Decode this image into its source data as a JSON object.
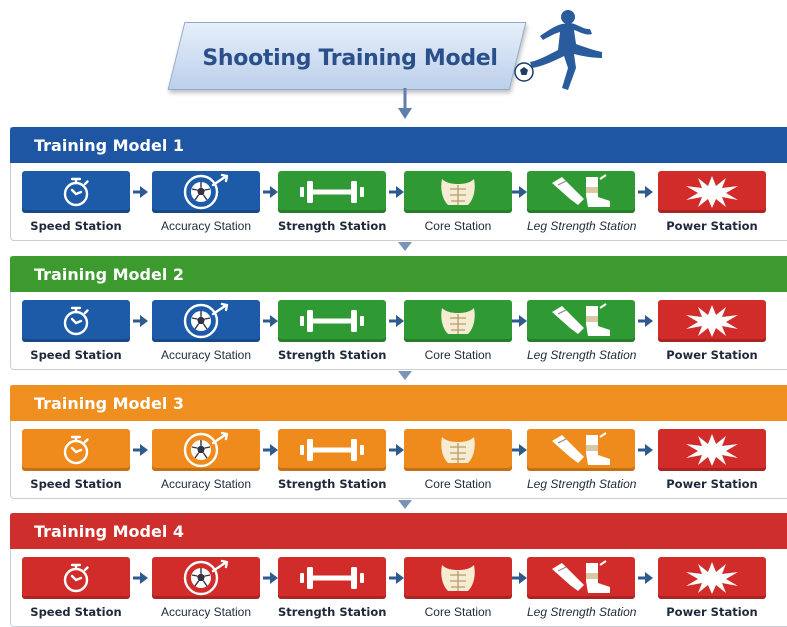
{
  "title": "Shooting Training Model",
  "colors": {
    "blue": "#1d5aa8",
    "blue_header": "#1f56a3",
    "green": "#2f9a34",
    "green_header": "#3d9a2e",
    "orange": "#ef8a1c",
    "orange_header": "#ee8f1f",
    "red": "#d12c2a",
    "red_header": "#cf2f2c",
    "arrow": "#2e5a8e"
  },
  "models": [
    {
      "title": "Training Model 1",
      "stations": [
        {
          "label": "Speed Station",
          "icon": "stopwatch-icon",
          "color": "blue"
        },
        {
          "label": "Accuracy Station",
          "icon": "target-ball-icon",
          "color": "blue"
        },
        {
          "label": "Strength Station",
          "icon": "dumbbell-icon",
          "color": "green"
        },
        {
          "label": "Core Station",
          "icon": "abs-icon",
          "color": "green"
        },
        {
          "label": "Leg Strength Station",
          "icon": "legs-icon",
          "color": "green"
        },
        {
          "label": "Power Station",
          "icon": "burst-icon",
          "color": "red"
        }
      ]
    },
    {
      "title": "Training Model 2",
      "stations": [
        {
          "label": "Speed Station",
          "icon": "stopwatch-icon",
          "color": "blue"
        },
        {
          "label": "Accuracy Station",
          "icon": "target-ball-icon",
          "color": "blue"
        },
        {
          "label": "Strength Station",
          "icon": "dumbbell-icon",
          "color": "green"
        },
        {
          "label": "Core Station",
          "icon": "abs-icon",
          "color": "green"
        },
        {
          "label": "Leg Strength Station",
          "icon": "legs-icon",
          "color": "green"
        },
        {
          "label": "Power Station",
          "icon": "burst-icon",
          "color": "red"
        }
      ]
    },
    {
      "title": "Training Model 3",
      "stations": [
        {
          "label": "Speed Station",
          "icon": "stopwatch-icon",
          "color": "orange"
        },
        {
          "label": "Accuracy Station",
          "icon": "target-ball-icon",
          "color": "orange"
        },
        {
          "label": "Strength Station",
          "icon": "dumbbell-icon",
          "color": "orange"
        },
        {
          "label": "Core Station",
          "icon": "abs-icon",
          "color": "orange"
        },
        {
          "label": "Leg Strength Station",
          "icon": "legs-icon",
          "color": "orange"
        },
        {
          "label": "Power Station",
          "icon": "burst-icon",
          "color": "red"
        }
      ]
    },
    {
      "title": "Training Model 4",
      "stations": [
        {
          "label": "Speed Station",
          "icon": "stopwatch-icon",
          "color": "red"
        },
        {
          "label": "Accuracy Station",
          "icon": "target-ball-icon",
          "color": "red"
        },
        {
          "label": "Strength Station",
          "icon": "dumbbell-icon",
          "color": "red"
        },
        {
          "label": "Core Station",
          "icon": "abs-icon",
          "color": "red"
        },
        {
          "label": "Leg Strength Station",
          "icon": "legs-icon",
          "color": "red"
        },
        {
          "label": "Power Station",
          "icon": "burst-icon",
          "color": "red"
        }
      ]
    }
  ]
}
